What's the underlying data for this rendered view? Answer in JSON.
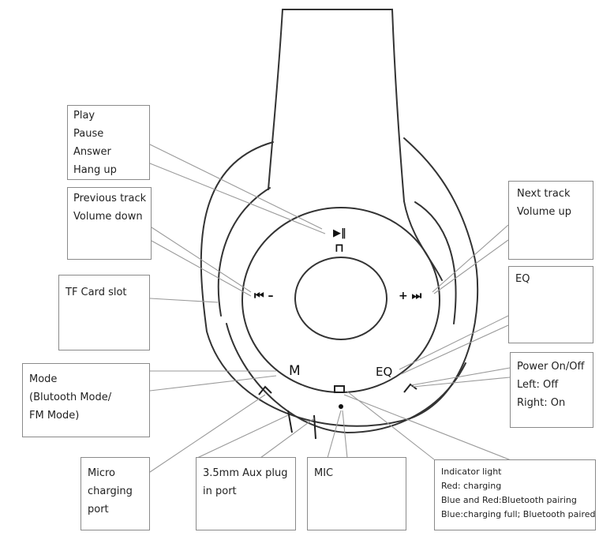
{
  "callouts": {
    "play": [
      "Play",
      "Pause",
      "Answer",
      "Hang up"
    ],
    "previous": [
      "Previous track",
      "Volume down"
    ],
    "tf": [
      "TF Card slot"
    ],
    "mode": [
      "Mode",
      "(Blutooth Mode/",
      "FM Mode)"
    ],
    "micro": [
      "Micro",
      "charging",
      "port"
    ],
    "aux": [
      "3.5mm Aux plug",
      "in port"
    ],
    "mic": [
      "MIC"
    ],
    "indicator": [
      "Indicator light",
      "Red: charging",
      "Blue and Red:Bluetooth pairing",
      "Blue:charging full; Bluetooth paired"
    ],
    "next": [
      "Next track",
      "Volume up"
    ],
    "eq": [
      "EQ"
    ],
    "power": [
      "Power On/Off",
      "Left: Off",
      "Right: On"
    ]
  },
  "button_marks": {
    "play_pause": "▶‖",
    "previous": "⏮ –",
    "next": "+ ⏭",
    "mode": "M",
    "eq": "EQ"
  }
}
